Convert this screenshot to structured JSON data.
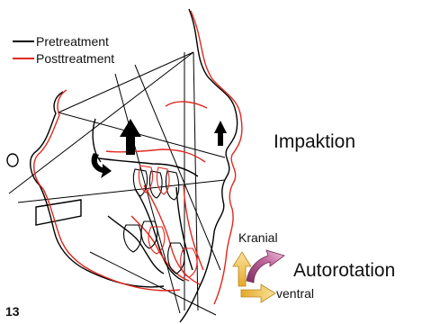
{
  "legend": {
    "items": [
      {
        "label": "Pretreatment",
        "color": "#000000"
      },
      {
        "label": "Posttreatment",
        "color": "#e0281e"
      }
    ]
  },
  "labels": {
    "impaktion": "Impaktion",
    "autorotation": "Autorotation",
    "kranial": "Kranial",
    "ventral": "ventral",
    "figure_number": "13"
  },
  "colors": {
    "pre": "#000000",
    "post": "#e0281e",
    "arrow_up": "#f2c94c",
    "arrow_right": "#f2c94c",
    "arrow_rotation": "#c46aa0"
  }
}
